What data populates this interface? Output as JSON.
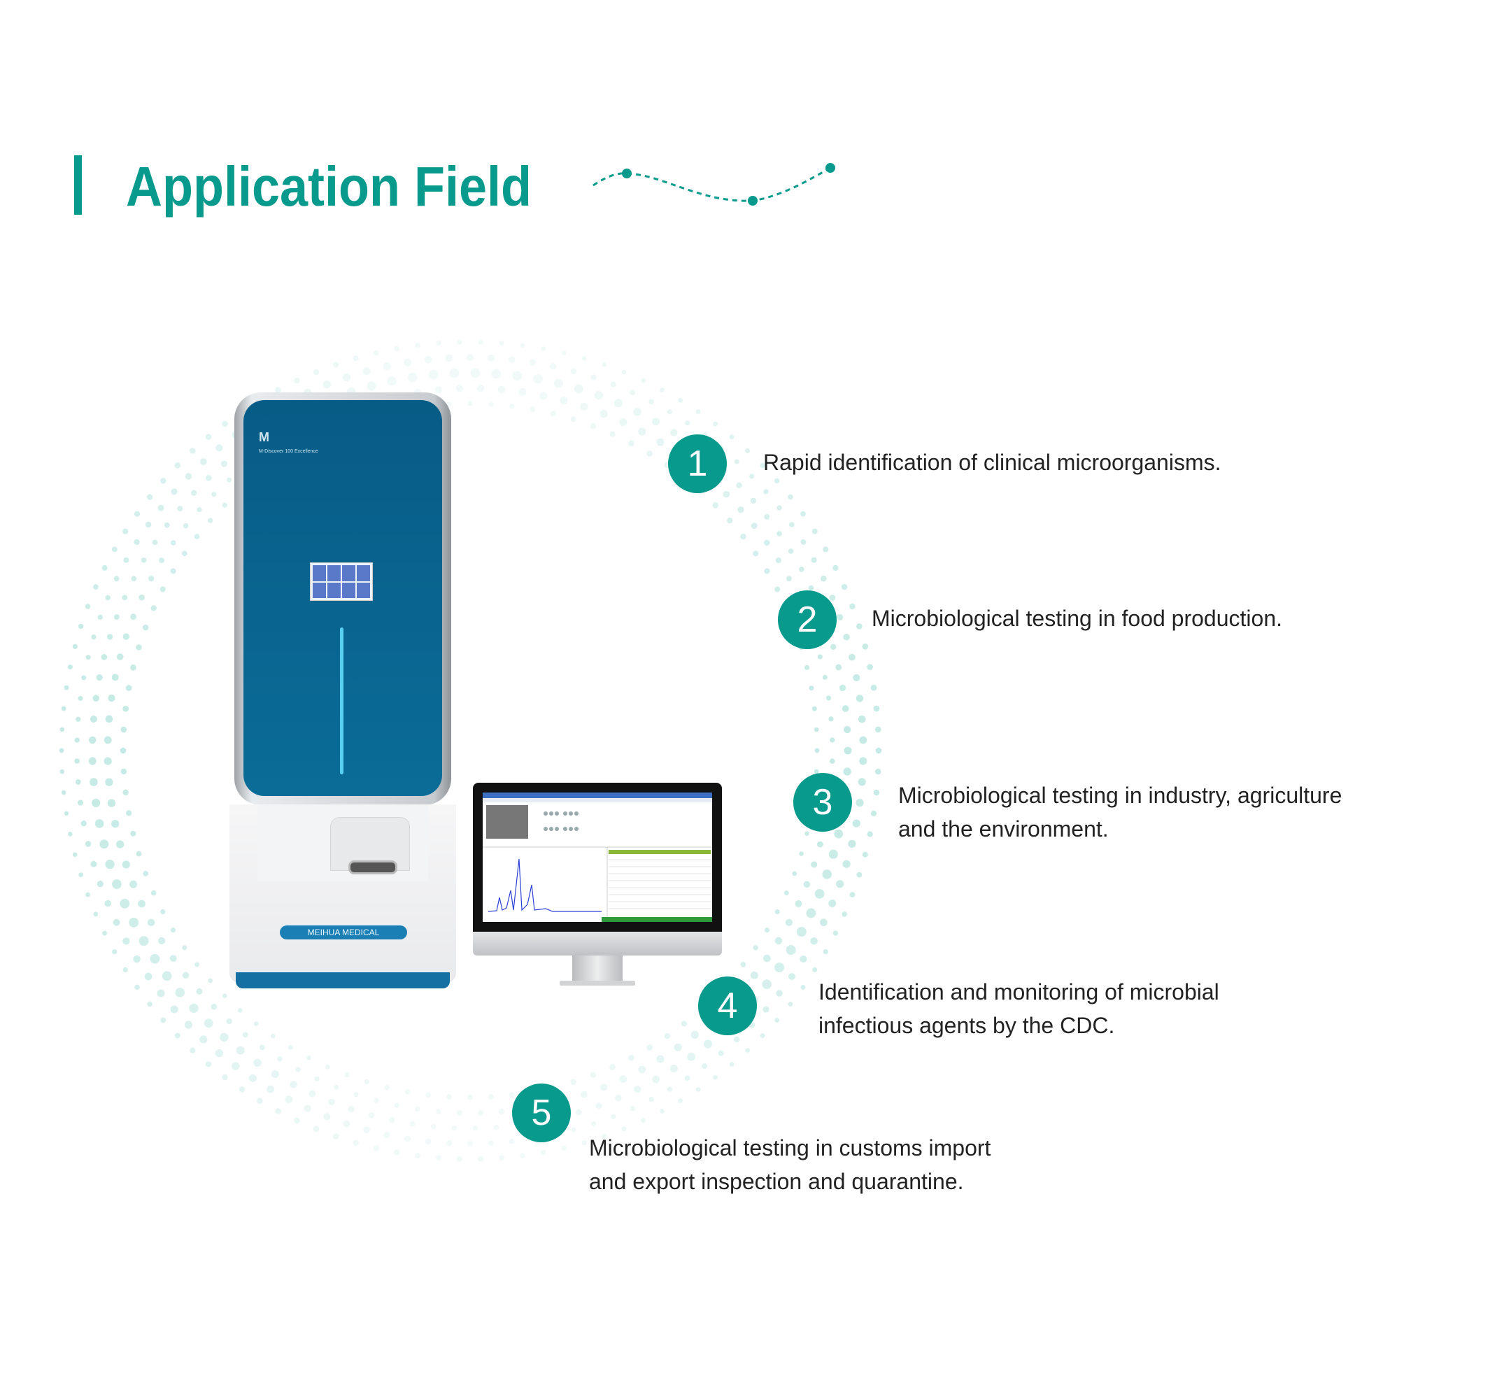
{
  "header": {
    "title": "Application Field"
  },
  "colors": {
    "accent": "#089a8c",
    "dots": "#bfe8e2",
    "device_blue": "#0b6c98"
  },
  "device": {
    "logo": "M",
    "model": "M-Discover 100 Excellence",
    "brand": "MEIHUA MEDICAL"
  },
  "items": [
    {
      "number": "1",
      "lines": [
        "Rapid identification of clinical microorganisms."
      ]
    },
    {
      "number": "2",
      "lines": [
        "Microbiological testing in food production."
      ]
    },
    {
      "number": "3",
      "lines": [
        "Microbiological testing in industry, agriculture",
        "and the environment."
      ]
    },
    {
      "number": "4",
      "lines": [
        "Identification and monitoring of microbial",
        "infectious agents by the CDC."
      ]
    },
    {
      "number": "5",
      "lines": [
        "Microbiological testing in customs import",
        "and export inspection and quarantine."
      ]
    }
  ]
}
